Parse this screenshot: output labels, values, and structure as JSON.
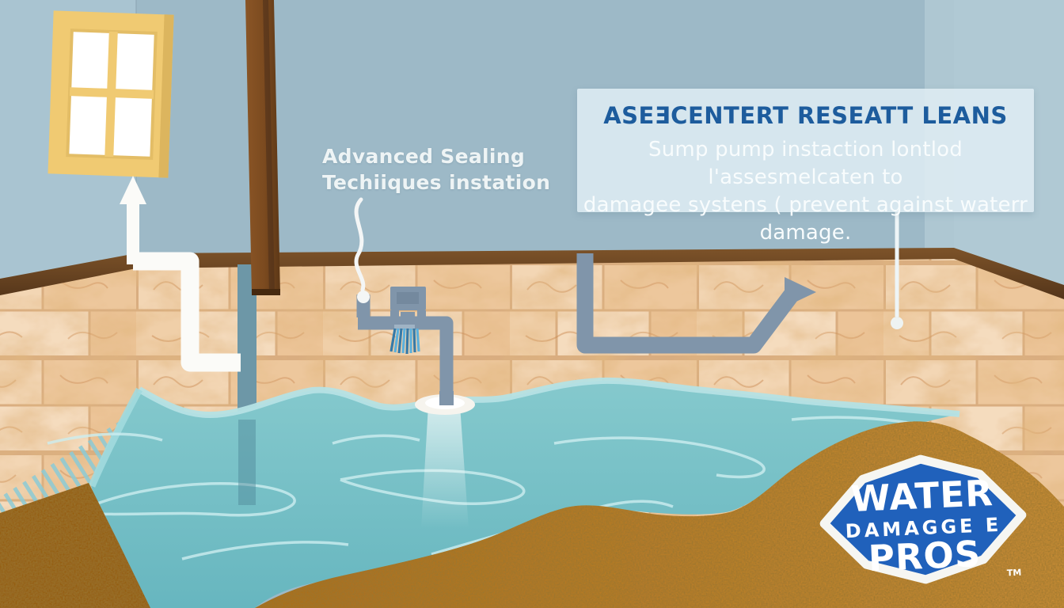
{
  "callout_label": {
    "line1": "Advanced Sealing",
    "line2": "Techiiques instation"
  },
  "info_panel": {
    "title": "ASEƎCENTERT RESEATT LEANS",
    "body_line1": "Sump pump instaction lontlod l'assesmelcaten to",
    "body_line2": "damagee systens ( prevent against waterr damage."
  },
  "logo_badge": {
    "line1": "WATER",
    "line2": "DAMAGGE E",
    "line3": "PROS",
    "trademark": "TM"
  },
  "colors": {
    "upper_wall_blue": "#9db9c7",
    "left_wall_blue": "#a9c4d1",
    "right_wall_blue": "#b0c9d4",
    "trim_wood_brown": "#6f4a24",
    "tile_tan_light": "#f3d6b4",
    "tile_tan_dark": "#edc79c",
    "water_teal": "#74c0c7",
    "floor_carpet_brown": "#955f19",
    "floor_sand_brown": "#c28833",
    "pipe_gray_blue": "#8095aa",
    "pipe_white": "#fbfbf8",
    "panel_background": "#dfedf3",
    "panel_title_blue": "#1d5c9d",
    "logo_blue": "#2061bb",
    "window_frame_yellow": "#f0ca72",
    "spray_brush_blue": "#5cb0dc"
  }
}
